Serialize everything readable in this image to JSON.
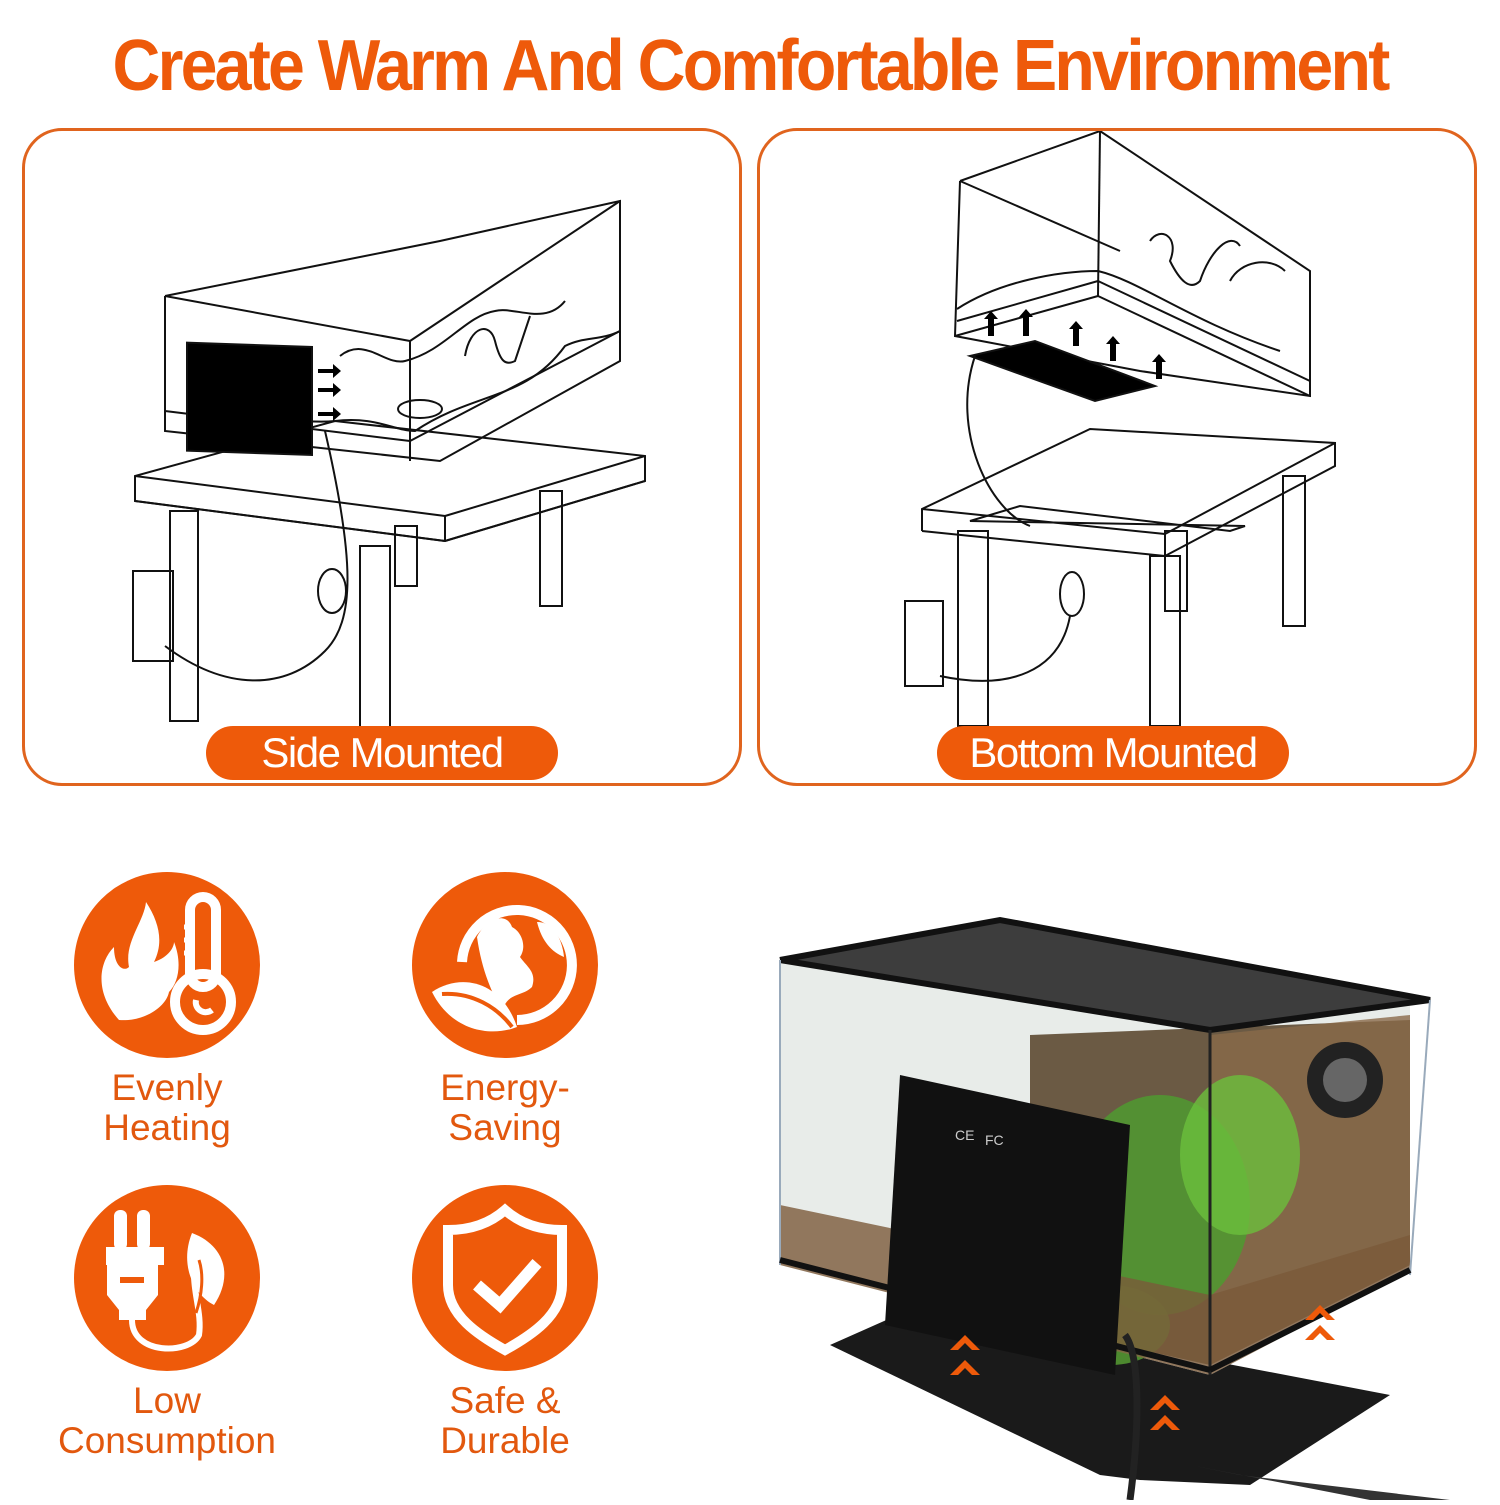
{
  "header": {
    "title": "Create Warm And Comfortable Environment",
    "accent_color": "#ee5a0a"
  },
  "panels": [
    {
      "id": "side",
      "label": "Side Mounted",
      "illustration": "terrarium-side-heat-mat-line-art"
    },
    {
      "id": "bottom",
      "label": "Bottom Mounted",
      "illustration": "terrarium-bottom-heat-mat-line-art"
    }
  ],
  "features": [
    {
      "label_line1": "Evenly",
      "label_line2": "Heating",
      "icon": "flame-thermometer-icon"
    },
    {
      "label_line1": "Energy-",
      "label_line2": "Saving",
      "icon": "globe-leaf-icon"
    },
    {
      "label_line1": "Low",
      "label_line2": "Consumption",
      "icon": "plug-leaf-icon"
    },
    {
      "label_line1": "Safe &",
      "label_line2": "Durable",
      "icon": "shield-check-icon"
    }
  ],
  "product_photo": {
    "description": "glass terrarium with side and bottom heat mats",
    "mat_marks": [
      "CE",
      "FC"
    ]
  }
}
